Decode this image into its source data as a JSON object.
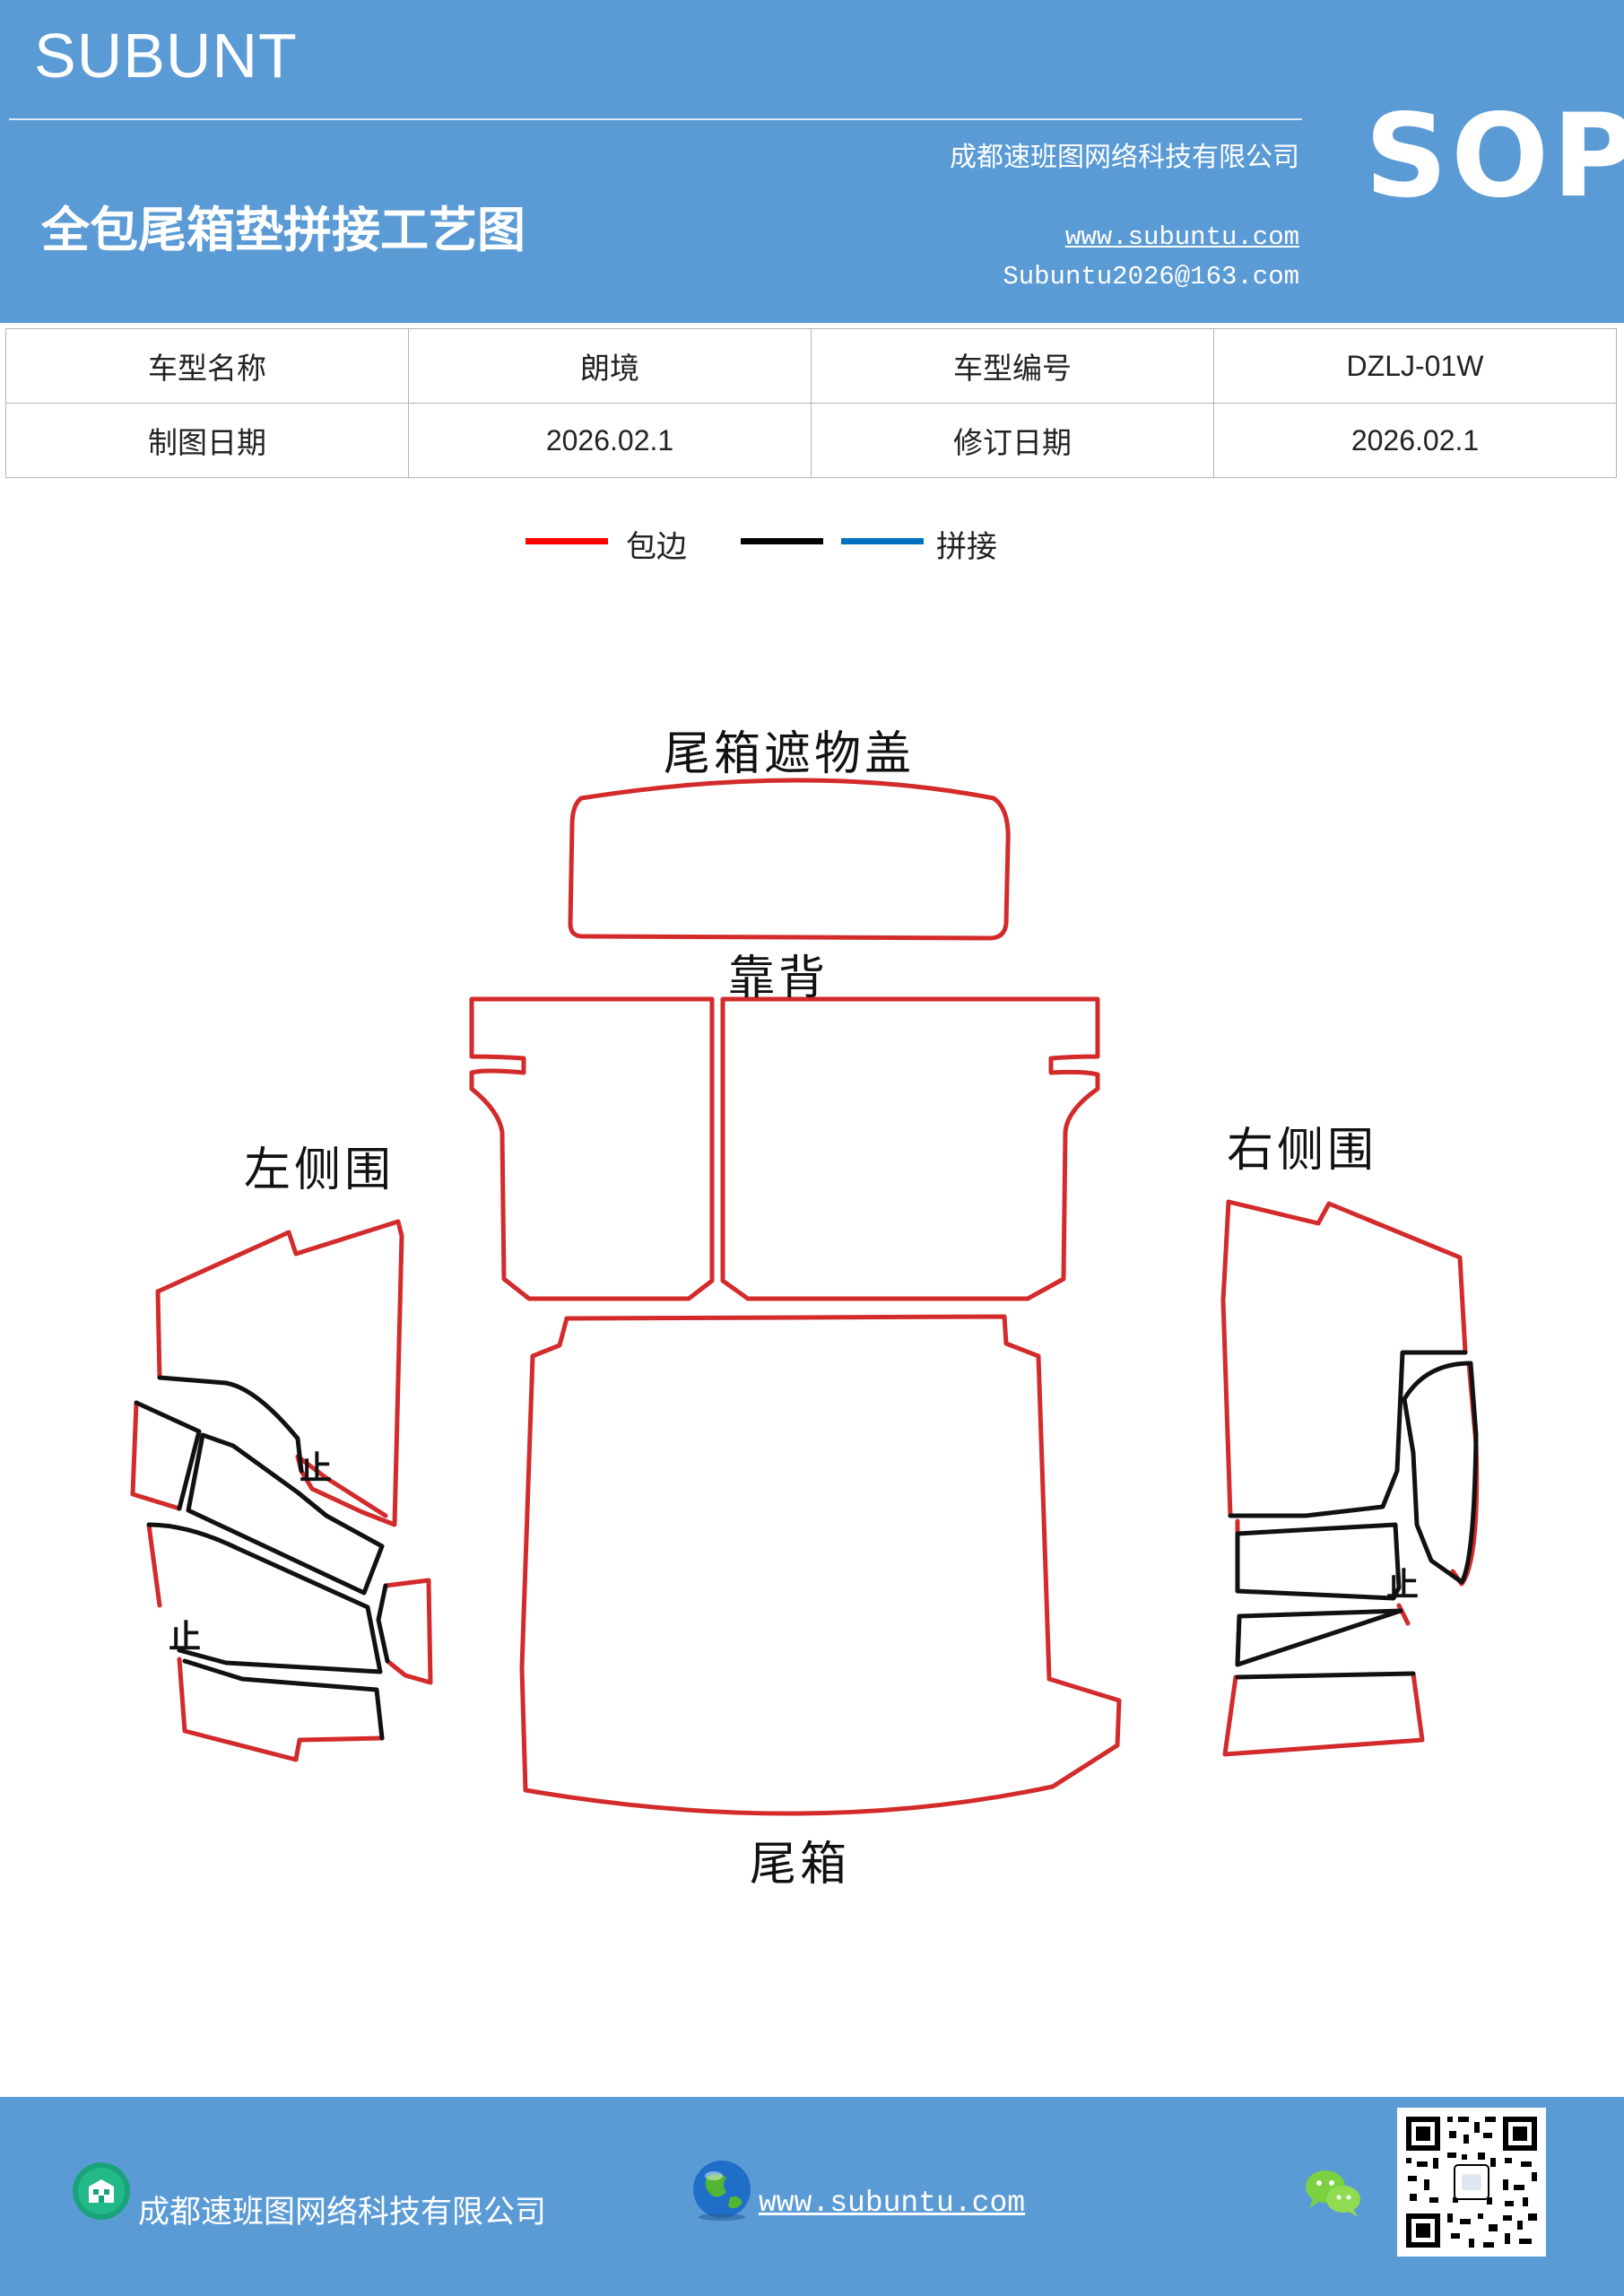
{
  "header": {
    "brand": "SUBUNT",
    "company": "成都速班图网络科技有限公司",
    "title": "全包尾箱垫拼接工艺图",
    "website": "www.subuntu.com",
    "email": "Subuntu2026@163.com",
    "badge": "SOP"
  },
  "info_table": {
    "row1": [
      {
        "label": "车型名称",
        "value": "朗境"
      },
      {
        "label": "车型编号",
        "value": "DZLJ-01W"
      }
    ],
    "row2": [
      {
        "label": "制图日期",
        "value": "2026.02.1"
      },
      {
        "label": "修订日期",
        "value": "2026.02.1"
      }
    ]
  },
  "legend": {
    "items": [
      {
        "label": "包边",
        "color": "#ff0000"
      },
      {
        "label": "",
        "color": "#000000"
      },
      {
        "label": "拼接",
        "color": "#0070c0"
      }
    ]
  },
  "diagram": {
    "labels": {
      "cover": "尾箱遮物盖",
      "backrest": "靠背",
      "left_side": "左侧围",
      "right_side": "右侧围",
      "trunk": "尾箱"
    },
    "marks": {
      "left_top": "止",
      "left_bottom": "止",
      "right": "止"
    },
    "edge_color": "#d32b2b",
    "seam_color": "#111111"
  },
  "footer": {
    "company": "成都速班图网络科技有限公司",
    "website": "www.subuntu.com"
  }
}
